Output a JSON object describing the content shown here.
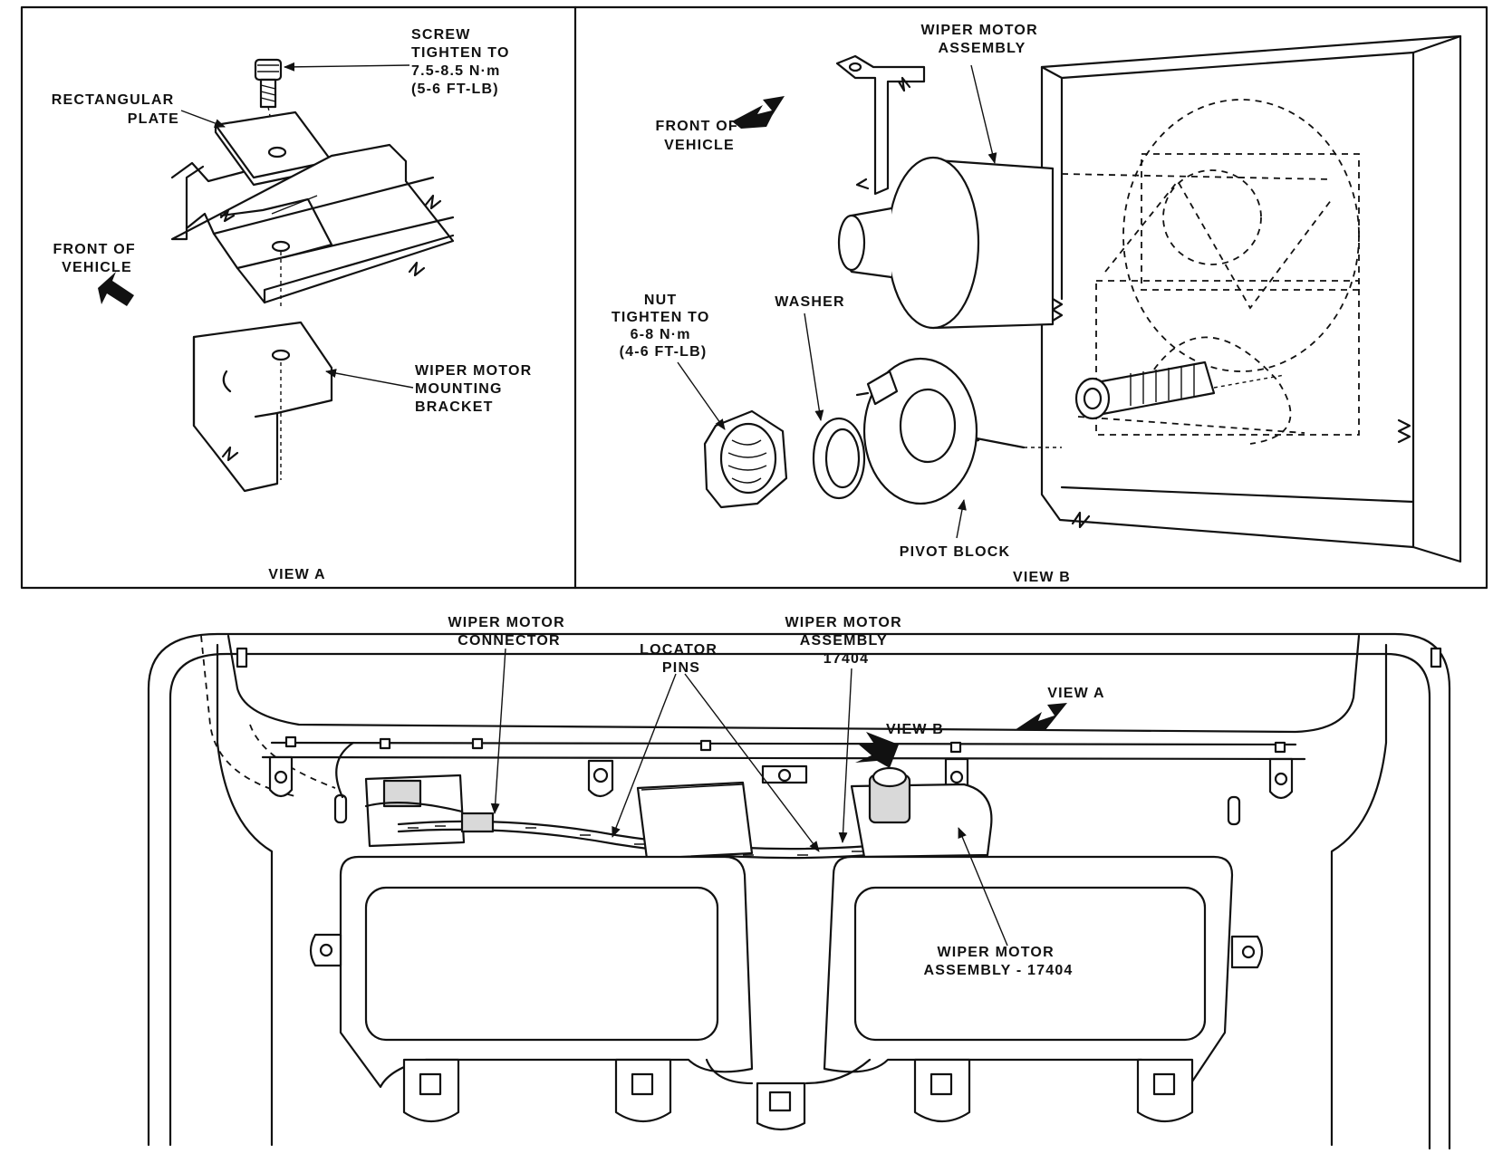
{
  "colors": {
    "ink": "#111111",
    "paper": "#ffffff",
    "shade": "#d9d9d9"
  },
  "view_a": {
    "screw_label": [
      "SCREW",
      "TIGHTEN TO",
      "7.5-8.5 N·m",
      "(5-6 FT-LB)"
    ],
    "plate_label": [
      "RECTANGULAR",
      "PLATE"
    ],
    "front_label": [
      "FRONT OF",
      "VEHICLE"
    ],
    "bracket_label": [
      "WIPER MOTOR",
      "MOUNTING",
      "BRACKET"
    ],
    "caption": "VIEW A"
  },
  "view_b": {
    "front_label": [
      "FRONT OF",
      "VEHICLE"
    ],
    "motor_label": [
      "WIPER MOTOR",
      "ASSEMBLY"
    ],
    "nut_label": [
      "NUT",
      "TIGHTEN TO",
      "6-8 N·m",
      "(4-6 FT-LB)"
    ],
    "washer_label": "WASHER",
    "pivot_label": "PIVOT BLOCK",
    "caption": "VIEW B"
  },
  "main": {
    "connector_label": [
      "WIPER MOTOR",
      "CONNECTOR"
    ],
    "locator_label": [
      "LOCATOR",
      "PINS"
    ],
    "motor_top_label": [
      "WIPER MOTOR",
      "ASSEMBLY",
      "17404"
    ],
    "view_a_ref": "VIEW A",
    "view_b_ref": "VIEW B",
    "motor_right_label": [
      "WIPER MOTOR",
      "ASSEMBLY - 17404"
    ]
  }
}
